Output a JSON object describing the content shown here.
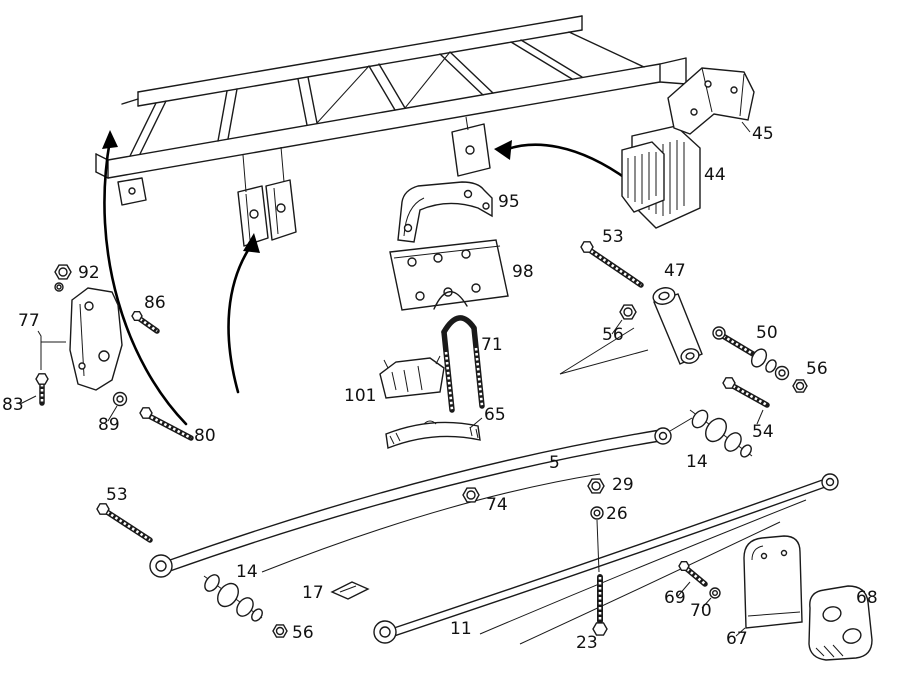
{
  "diagram": {
    "background_color": "#ffffff",
    "line_color": "#1a1a1a",
    "labels": [
      {
        "text": "92"
      },
      {
        "text": "86"
      },
      {
        "text": "77"
      },
      {
        "text": "83"
      },
      {
        "text": "89"
      },
      {
        "text": "80"
      },
      {
        "text": "95"
      },
      {
        "text": "98"
      },
      {
        "text": "71"
      },
      {
        "text": "101"
      },
      {
        "text": "65"
      },
      {
        "text": "5"
      },
      {
        "text": "74"
      },
      {
        "text": "53"
      },
      {
        "text": "47"
      },
      {
        "text": "56"
      },
      {
        "text": "50"
      },
      {
        "text": "56"
      },
      {
        "text": "54"
      },
      {
        "text": "44"
      },
      {
        "text": "45"
      },
      {
        "text": "14"
      },
      {
        "text": "29"
      },
      {
        "text": "26"
      },
      {
        "text": "53"
      },
      {
        "text": "14"
      },
      {
        "text": "17"
      },
      {
        "text": "56"
      },
      {
        "text": "11"
      },
      {
        "text": "23"
      },
      {
        "text": "69"
      },
      {
        "text": "70"
      },
      {
        "text": "67"
      },
      {
        "text": "68"
      }
    ]
  }
}
